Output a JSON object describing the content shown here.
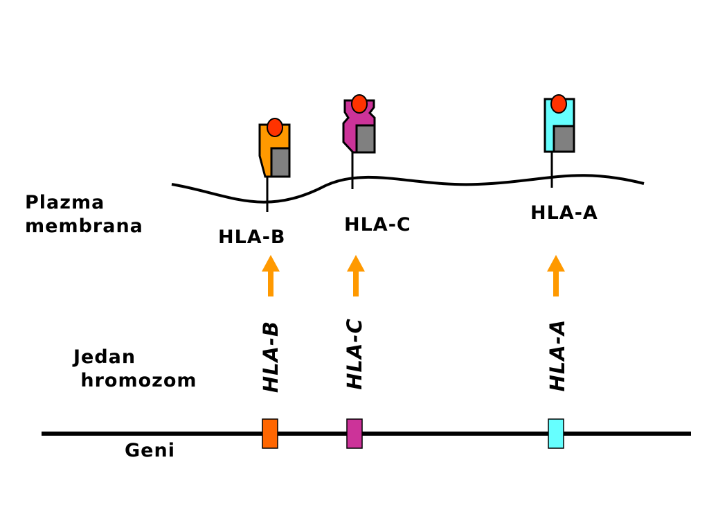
{
  "labels": {
    "membrane": "Plazma\nmembrana",
    "chromosome": "Jedan\n hromozom",
    "genes": "Geni"
  },
  "proteins": [
    {
      "id": "hla-b",
      "label": "HLA-B",
      "color": "#FF9900"
    },
    {
      "id": "hla-c",
      "label": "HLA-C",
      "color": "#CC3399"
    },
    {
      "id": "hla-a",
      "label": "HLA-A",
      "color": "#66FFFF"
    }
  ],
  "genes": [
    {
      "id": "hla-b",
      "label": "HLA-B",
      "color": "#FF6600"
    },
    {
      "id": "hla-c",
      "label": "HLA-C",
      "color": "#CC3399"
    },
    {
      "id": "hla-a",
      "label": "HLA-A",
      "color": "#66FFFF"
    }
  ],
  "colors": {
    "peptide": "#FF3300",
    "groove": "#808080",
    "arrow": "#FF9900",
    "line": "#000000"
  }
}
